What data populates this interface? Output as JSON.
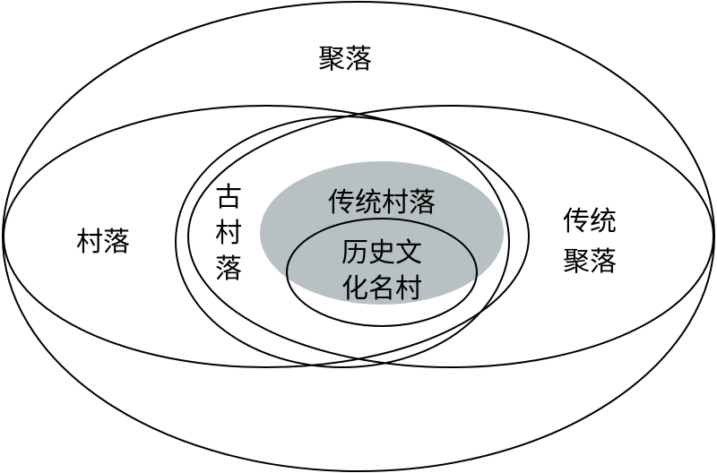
{
  "colors": {
    "stroke": "#000000",
    "highlight": "#b7c0c2",
    "background": "#ffffff"
  },
  "labels": {
    "settlement": "聚落",
    "village": "村落",
    "ancient_village_lines": [
      "古",
      "村",
      "落"
    ],
    "traditional_village": "传统村落",
    "traditional_settlement_lines": [
      "传统",
      "聚落"
    ],
    "historic_village_lines": [
      "历史文",
      "化名村"
    ]
  }
}
